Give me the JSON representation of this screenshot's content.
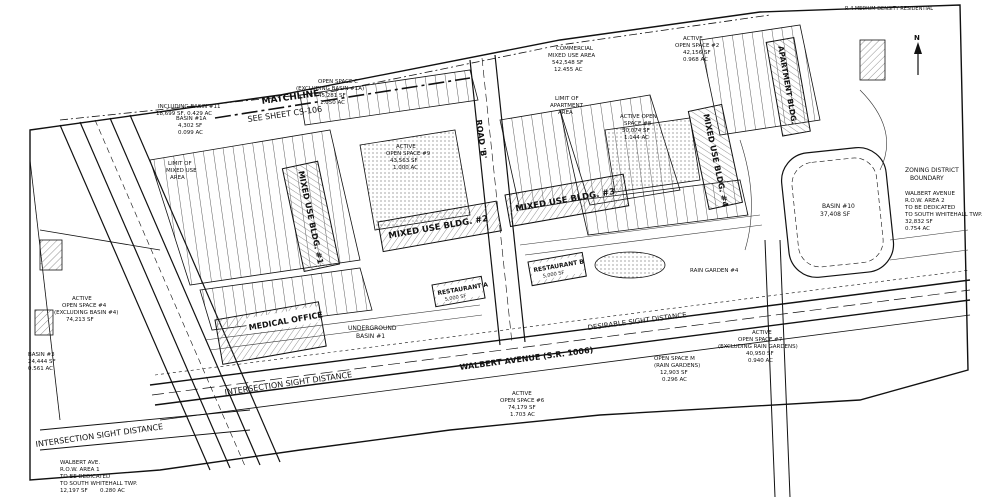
{
  "buildings": {
    "mixed_use_1": {
      "title": "MIXED USE BLDG. #1"
    },
    "mixed_use_2": {
      "title": "MIXED USE BLDG. #2"
    },
    "mixed_use_3": {
      "title": "MIXED USE BLDG. #3"
    },
    "mixed_use_4": {
      "title": "MIXED USE BLDG. #4"
    },
    "apartment": {
      "title": "APARTMENT BLDG."
    },
    "medical_office": {
      "title": "MEDICAL OFFICE"
    },
    "restaurant_a": {
      "title": "RESTAURANT A",
      "area": "5,000 SF"
    },
    "restaurant_b": {
      "title": "RESTAURANT B",
      "area": "5,000 SF"
    }
  },
  "open_spaces": {
    "os2": {
      "line1": "ACTIVE",
      "line2": "OPEN SPACE #2",
      "line3": "42,156 SF",
      "line4": "0.968 AC"
    },
    "os9": {
      "line1": "ACTIVE",
      "line2": "OPEN SPACE #9",
      "line3": "43,563 SF",
      "line4": "1.000 AC"
    },
    "os8": {
      "line1": "ACTIVE OPEN",
      "line2": "SPACE #8",
      "line3": "50,074 SF",
      "line4": "1.144 AC"
    },
    "os4": {
      "line1": "ACTIVE",
      "line2": "OPEN SPACE #4",
      "line3": "(EXCLUDING BASIN #4)",
      "line4": "74,213 SF"
    },
    "os6": {
      "line1": "ACTIVE",
      "line2": "OPEN SPACE #6",
      "line3": "74,179 SF",
      "line4": "1.703 AC"
    },
    "os7": {
      "line1": "ACTIVE",
      "line2": "OPEN SPACE #7",
      "line3": "(EXCLUDING RAIN GARDENS)",
      "line4": "40,950 SF",
      "line5": "0.940 AC"
    },
    "osm": {
      "line1": "OPEN SPACE M",
      "line2": "(RAIN GARDENS)",
      "line3": "12,903 SF",
      "line4": "0.296 AC"
    },
    "osc": {
      "line1": "OPEN SPACE C",
      "line2": "(EXCLUDING BASIN #1A)",
      "line3": "45,281 SF",
      "line4": "1.050 AC"
    }
  },
  "basins": {
    "b1a": {
      "line1": "BASIN #1A",
      "line2": "4,302 SF",
      "line3": "0.099 AC"
    },
    "b3": {
      "line1": "BASIN #3",
      "line2": "24,444 SF",
      "line3": "0.561 AC"
    },
    "b10": {
      "line1": "BASIN #10",
      "line2": "37,408 SF"
    },
    "b11": {
      "line1": "INCLUDING BASIN #11",
      "line2": "18,699 SF, 0.429 AC"
    },
    "ub1": {
      "line1": "UNDERGROUND",
      "line2": "BASIN #1"
    }
  },
  "labels": {
    "matchline_1": "MATCHLINE",
    "matchline_2": "SEE SHEET CS-106",
    "road": "ROAD 'B'",
    "walbert": "WALBERT AVENUE (S.R. 1006)",
    "zoning_1": "ZONING DISTRICT",
    "zoning_2": "BOUNDARY",
    "commercial_1": "COMMERCIAL",
    "commercial_2": "MIXED USE AREA",
    "commercial_3": "542,548 SF",
    "commercial_4": "12.455 AC",
    "limit_1": "LIMIT OF",
    "limit_2": "APARTMENT",
    "limit_3": "AREA",
    "limit_mixed_1": "LIMIT OF",
    "limit_mixed_2": "MIXED USE",
    "limit_mixed_3": "AREA",
    "rain_garden": "RAIN GARDEN #4",
    "isd_1": "INTERSECTION SIGHT DISTANCE",
    "isd_2": "INTERSECTION SIGHT DISTANCE",
    "desirable": "DESIRABLE SIGHT DISTANCE",
    "walbert_row_1": "WALBERT AVENUE",
    "walbert_row_2": "R.O.W. AREA 2",
    "walbert_row_3": "TO BE DEDICATED",
    "walbert_row_4": "TO SOUTH WHITEHALL TWP.",
    "walbert_row_5": "32,832 SF",
    "walbert_row_6": "0.754 AC",
    "sw_1": "WALBERT AVE.",
    "sw_2": "R.O.W. AREA 1",
    "sw_3": "TO BE DEDICATED",
    "sw_4": "TO SOUTH WHITEHALL TWP.",
    "sw_5": "12,197 SF",
    "sw_6": "0.280 AC",
    "medium_density": "R-4 MEDIUM DENSITY RESIDENTIAL",
    "north_arrow": "N"
  },
  "colors": {
    "ink": "#111111",
    "paper": "#ffffff",
    "hatch": "#555555"
  }
}
